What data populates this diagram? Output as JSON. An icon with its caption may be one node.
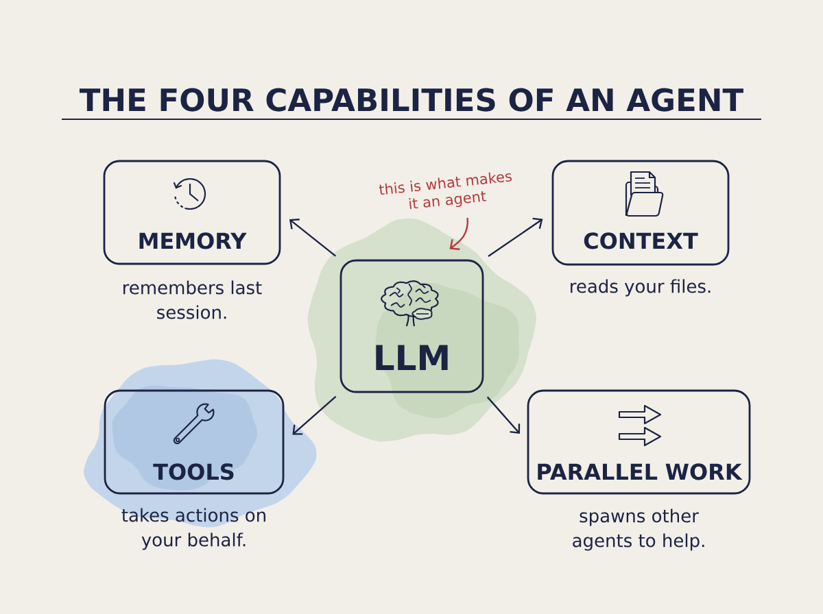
{
  "diagram": {
    "title": "THE FOUR CAPABILITIES OF AN AGENT",
    "nodes": [
      {
        "text": [
          "MEMORY"
        ],
        "beside": [
          "remembers last session."
        ]
      },
      {
        "text": [
          "this is what makes it an agent"
        ]
      },
      {
        "text": [
          "CONTEXT"
        ],
        "beside": [
          "reads your files."
        ]
      },
      {
        "text": [
          "LLM"
        ]
      },
      {
        "text": [
          "TOOLS"
        ],
        "beside": [
          "takes actions on your behalf."
        ]
      },
      {
        "text": [
          "PARALLEL WORK"
        ],
        "beside": [
          "spawns other agents to help."
        ]
      }
    ],
    "edges": [
      {
        "from": 3,
        "to": 0,
        "arrow": "to"
      },
      {
        "from": 1,
        "to": 3,
        "arrow": "to",
        "color": "#b33a3a"
      },
      {
        "from": 3,
        "to": 2,
        "arrow": "to"
      },
      {
        "from": 3,
        "to": 4,
        "arrow": "to"
      },
      {
        "from": 3,
        "to": 5,
        "arrow": "to"
      }
    ]
  }
}
